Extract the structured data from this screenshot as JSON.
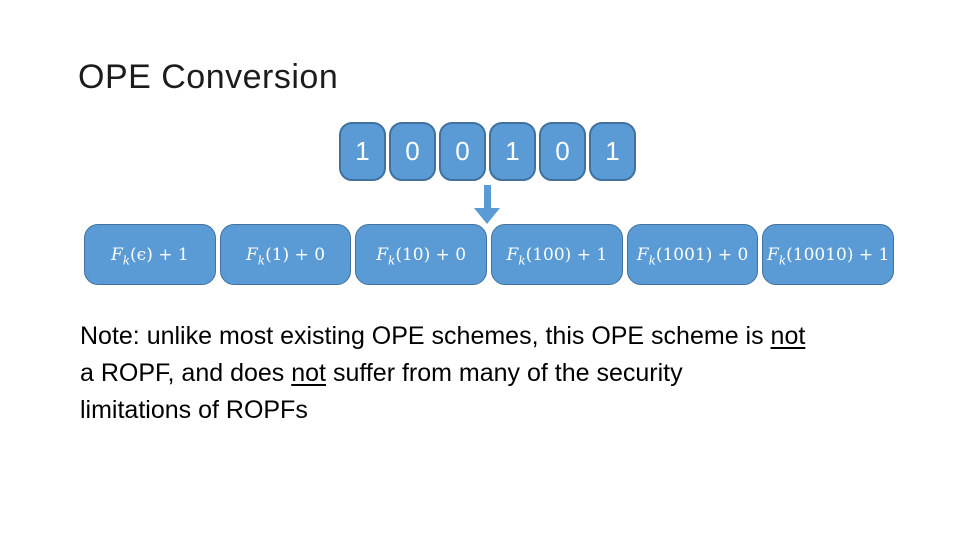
{
  "slide": {
    "title": "OPE Conversion"
  },
  "diagram": {
    "bits": [
      "1",
      "0",
      "0",
      "1",
      "0",
      "1"
    ],
    "arrow_icon": "down-arrow",
    "formulas": [
      {
        "func": "F",
        "sub": "k",
        "rest": "(ϵ) + 1"
      },
      {
        "func": "F",
        "sub": "k",
        "rest": "(1) + 0"
      },
      {
        "func": "F",
        "sub": "k",
        "rest": "(10) + 0"
      },
      {
        "func": "F",
        "sub": "k",
        "rest": "(100) + 1"
      },
      {
        "func": "F",
        "sub": "k",
        "rest": "(1001) + 0"
      },
      {
        "func": "F",
        "sub": "k",
        "rest": "(10010) + 1"
      }
    ]
  },
  "note": {
    "seg1": "Note: unlike most existing OPE schemes, this OPE scheme is ",
    "not1": "not",
    "seg2": "a ROPF, and does ",
    "not2": "not",
    "seg3": " suffer from many of the security",
    "seg4": "limitations of ROPFs"
  },
  "colors": {
    "box_fill": "#5b9bd5",
    "box_border": "#41719c",
    "arrow": "#5b9bd5",
    "title_text": "#1c1c1c",
    "body_text": "#000000",
    "box_text": "#ffffff"
  }
}
